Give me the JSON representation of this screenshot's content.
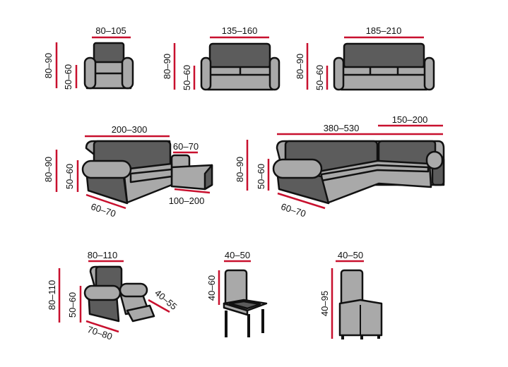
{
  "colors": {
    "dimension_line": "#c8102e",
    "dark_fabric": "#5c5c5c",
    "light_fabric": "#a9a9a9",
    "outline": "#111111"
  },
  "items": [
    {
      "name": "armchair",
      "width": "80–105",
      "height": "80–90",
      "seat_height": "50–60"
    },
    {
      "name": "two-seat-sofa",
      "width": "135–160",
      "height": "80–90",
      "seat_height": "50–60"
    },
    {
      "name": "three-seat-sofa",
      "width": "185–210",
      "height": "80–90",
      "seat_height": "50–60"
    },
    {
      "name": "corner-sofa-chaise",
      "width": "200–300",
      "chaise_width": "60–70",
      "chaise_length": "100–200",
      "depth": "60–70",
      "height": "80–90",
      "seat_height": "50–60"
    },
    {
      "name": "corner-sofa",
      "width": "380–530",
      "side_width": "150–200",
      "depth": "60–70",
      "height": "80–90",
      "seat_height": "50–60"
    },
    {
      "name": "recliner",
      "width": "80–110",
      "footrest": "40–55",
      "depth": "70–80",
      "height": "80–110",
      "seat_height": "50–60"
    },
    {
      "name": "chair",
      "width": "40–50",
      "back_height": "40–60"
    },
    {
      "name": "skirted-chair",
      "width": "40–50",
      "height": "40–95"
    }
  ]
}
